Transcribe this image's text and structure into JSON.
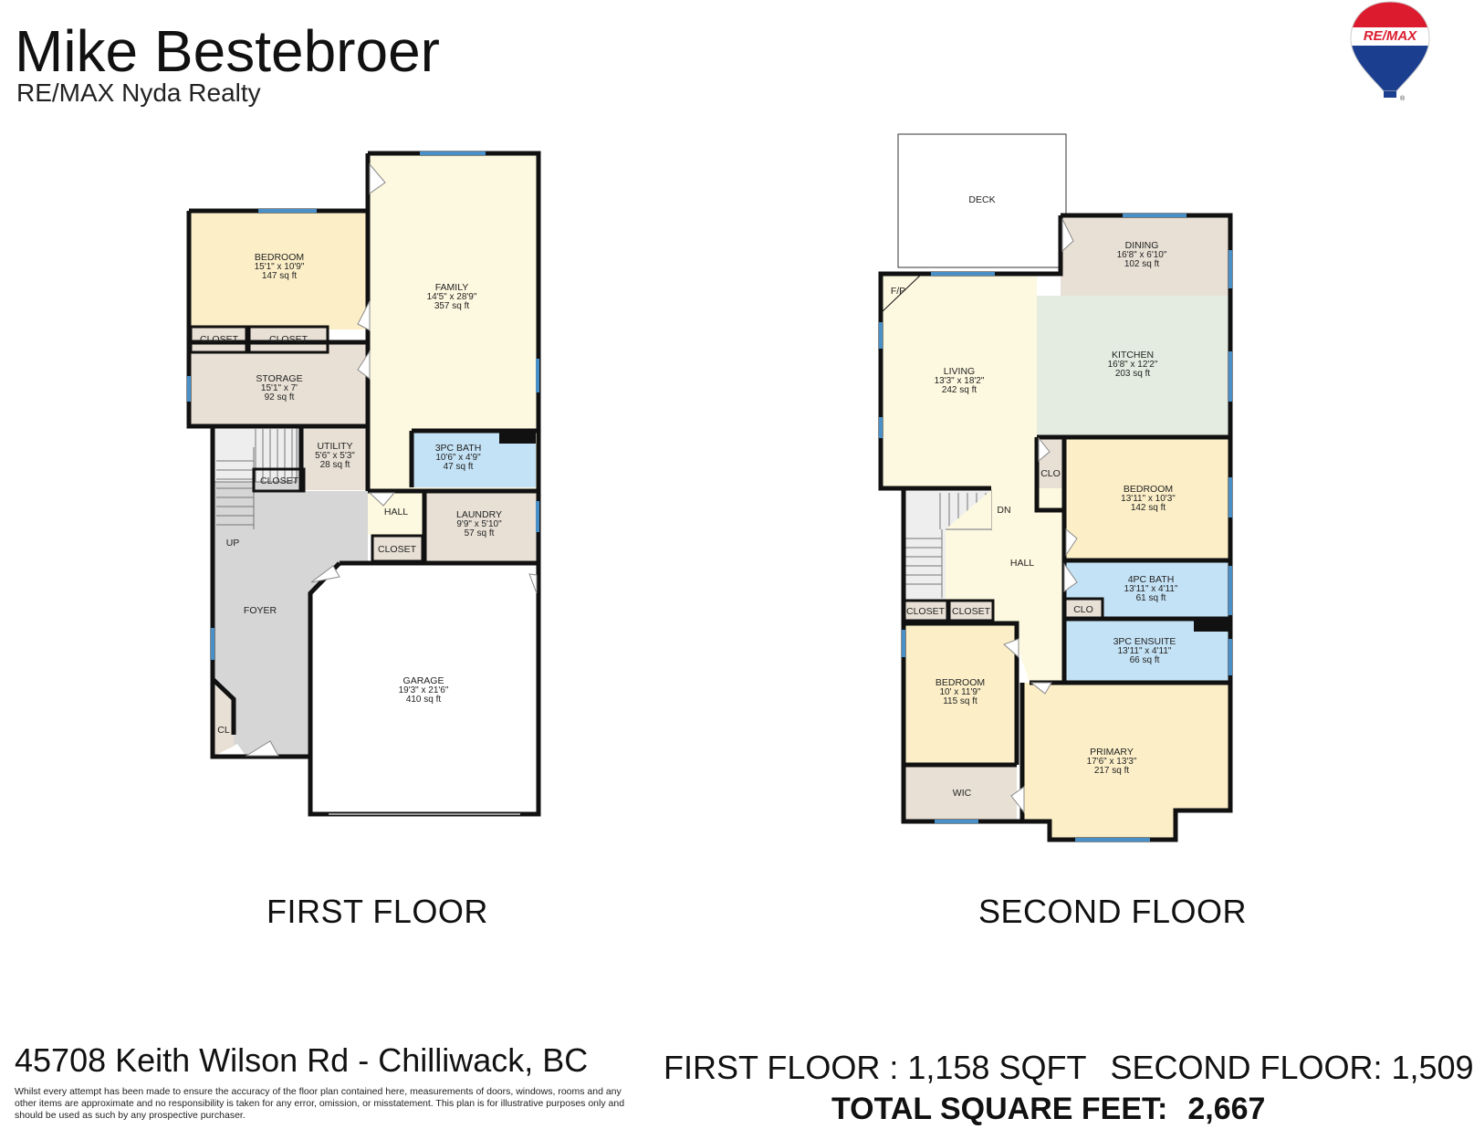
{
  "header": {
    "agent_name": "Mike Bestebroer",
    "agency": "RE/MAX Nyda Realty",
    "logo_text": "RE/MAX"
  },
  "colors": {
    "wall": "#111111",
    "window": "#4a90c8",
    "bedroom": "#fcefc8",
    "family": "#fdf9e0",
    "utility": "#e8e0d5",
    "bath": "#c4e2f5",
    "foyer": "#d6d6d6",
    "kitchen": "#e4ece1",
    "logo_red": "#dc1c2e",
    "logo_blue": "#1b3e8f"
  },
  "first_floor": {
    "title": "FIRST FLOOR",
    "rooms": {
      "bedroom": {
        "name": "BEDROOM",
        "dims": "15'1\" x 10'9\"",
        "area": "147 sq ft"
      },
      "family": {
        "name": "FAMILY",
        "dims": "14'5\" x 28'9\"",
        "area": "357 sq ft"
      },
      "closet1": {
        "name": "CLOSET"
      },
      "closet2": {
        "name": "CLOSET"
      },
      "storage": {
        "name": "STORAGE",
        "dims": "15'1\" x 7'",
        "area": "92 sq ft"
      },
      "utility": {
        "name": "UTILITY",
        "dims": "5'6\" x 5'3\"",
        "area": "28 sq ft"
      },
      "bath3pc": {
        "name": "3PC BATH",
        "dims": "10'6\" x 4'9\"",
        "area": "47 sq ft"
      },
      "closet3": {
        "name": "CLOSET"
      },
      "hall": {
        "name": "HALL"
      },
      "laundry": {
        "name": "LAUNDRY",
        "dims": "9'9\" x 5'10\"",
        "area": "57 sq ft"
      },
      "closet4": {
        "name": "CLOSET"
      },
      "up": {
        "name": "UP"
      },
      "foyer": {
        "name": "FOYER"
      },
      "cl": {
        "name": "CL"
      },
      "garage": {
        "name": "GARAGE",
        "dims": "19'3\" x 21'6\"",
        "area": "410 sq ft"
      }
    }
  },
  "second_floor": {
    "title": "SECOND FLOOR",
    "rooms": {
      "deck": {
        "name": "DECK"
      },
      "dining": {
        "name": "DINING",
        "dims": "16'8\" x 6'10\"",
        "area": "102 sq ft"
      },
      "fp": {
        "name": "F/P"
      },
      "living": {
        "name": "LIVING",
        "dims": "13'3\" x 18'2\"",
        "area": "242 sq ft"
      },
      "kitchen": {
        "name": "KITCHEN",
        "dims": "16'8\" x 12'2\"",
        "area": "203 sq ft"
      },
      "clo1": {
        "name": "CLO"
      },
      "bedroom1": {
        "name": "BEDROOM",
        "dims": "13'11\" x 10'3\"",
        "area": "142 sq ft"
      },
      "dn": {
        "name": "DN"
      },
      "hall": {
        "name": "HALL"
      },
      "bath4pc": {
        "name": "4PC BATH",
        "dims": "13'11\" x 4'11\"",
        "area": "61 sq ft"
      },
      "clo2": {
        "name": "CLO"
      },
      "closet1": {
        "name": "CLOSET"
      },
      "closet2": {
        "name": "CLOSET"
      },
      "ensuite": {
        "name": "3PC ENSUITE",
        "dims": "13'11\" x 4'11\"",
        "area": "66 sq ft"
      },
      "bedroom2": {
        "name": "BEDROOM",
        "dims": "10' x 11'9\"",
        "area": "115 sq ft"
      },
      "primary": {
        "name": "PRIMARY",
        "dims": "17'6\" x 13'3\"",
        "area": "217 sq ft"
      },
      "wic": {
        "name": "WIC"
      }
    }
  },
  "footer": {
    "address": "45708 Keith Wilson Rd - Chilliwack, BC",
    "disclaimer": "Whilst every attempt has been made to ensure the accuracy of the floor plan contained here, measurements of doors, windows, rooms and any other items are approximate and no responsibility is taken for any error, omission, or misstatement. This plan is for illustrative purposes only and should be used as such by any prospective purchaser.",
    "first_floor_label": "FIRST FLOOR : 1,158 SQFT",
    "second_floor_label": "SECOND  FLOOR: 1,509",
    "total_label": "TOTAL SQUARE FEET:",
    "total_value": "2,667"
  }
}
